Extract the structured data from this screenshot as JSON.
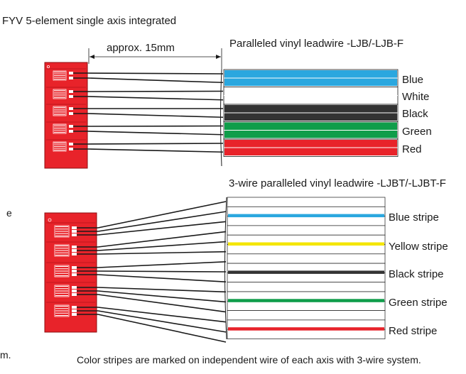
{
  "title": "FYV  5-element single axis integrated",
  "dimension_label": "approx. 15mm",
  "top_leadwire": {
    "caption": "Paralleled vinyl leadwire -LJB/-LJB-F",
    "wires": [
      {
        "label": "Blue",
        "color": "#2aa7df"
      },
      {
        "label": "White",
        "color": "#ffffff"
      },
      {
        "label": "Black",
        "color": "#333333"
      },
      {
        "label": "Green",
        "color": "#0f9d4a"
      },
      {
        "label": "Red",
        "color": "#e8232a"
      }
    ]
  },
  "bottom_leadwire": {
    "caption": "3-wire paralleled vinyl leadwire -LJBT/-LJBT-F",
    "wires": [
      {
        "label": "Blue stripe",
        "color": "#2aa7df"
      },
      {
        "label": "Yellow stripe",
        "color": "#f4e600"
      },
      {
        "label": "Black stripe",
        "color": "#333333"
      },
      {
        "label": "Green stripe",
        "color": "#0f9d4a"
      },
      {
        "label": "Red stripe",
        "color": "#e8232a"
      }
    ]
  },
  "footer_note": "Color stripes are marked on independent  wire of each axis with 3-wire system.",
  "edge_fragments": [
    "e",
    "m."
  ],
  "colors": {
    "gauge_red": "#e8232a",
    "gauge_border": "#8c0f12",
    "line": "#1a1a1a"
  }
}
